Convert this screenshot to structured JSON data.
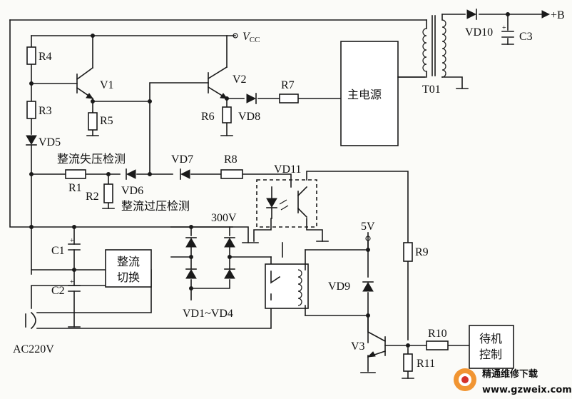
{
  "labels": {
    "vcc": "V",
    "vcc_sub": "CC",
    "b_plus": "+B",
    "r4": "R4",
    "r3": "R3",
    "r5": "R5",
    "r6": "R6",
    "r7": "R7",
    "r8": "R8",
    "r1": "R1",
    "r2": "R2",
    "r9": "R9",
    "r10": "R10",
    "r11": "R11",
    "v1": "V1",
    "v2": "V2",
    "v3": "V3",
    "vd5": "VD5",
    "vd6": "VD6",
    "vd7": "VD7",
    "vd8": "VD8",
    "vd9": "VD9",
    "vd10": "VD10",
    "vd11": "VD11",
    "vd1_4": "VD1~VD4",
    "c1": "C1",
    "c2": "C2",
    "c3": "C3",
    "t01": "T01",
    "v300": "300V",
    "v5": "5V",
    "ac": "AC220V",
    "main_power": "主电源",
    "rect_switch_1": "整流",
    "rect_switch_2": "切换",
    "standby_1": "待机",
    "standby_2": "控制",
    "under_volt": "整流失压检测",
    "over_volt": "整流过压检测"
  },
  "watermark": {
    "title": "精通维修下载",
    "url": "www.gzweix.com"
  },
  "colors": {
    "line": "#1a1a1a",
    "background": "#fbfbf8",
    "watermark_red": "#d4322a",
    "watermark_orange": "#f08a1c"
  }
}
